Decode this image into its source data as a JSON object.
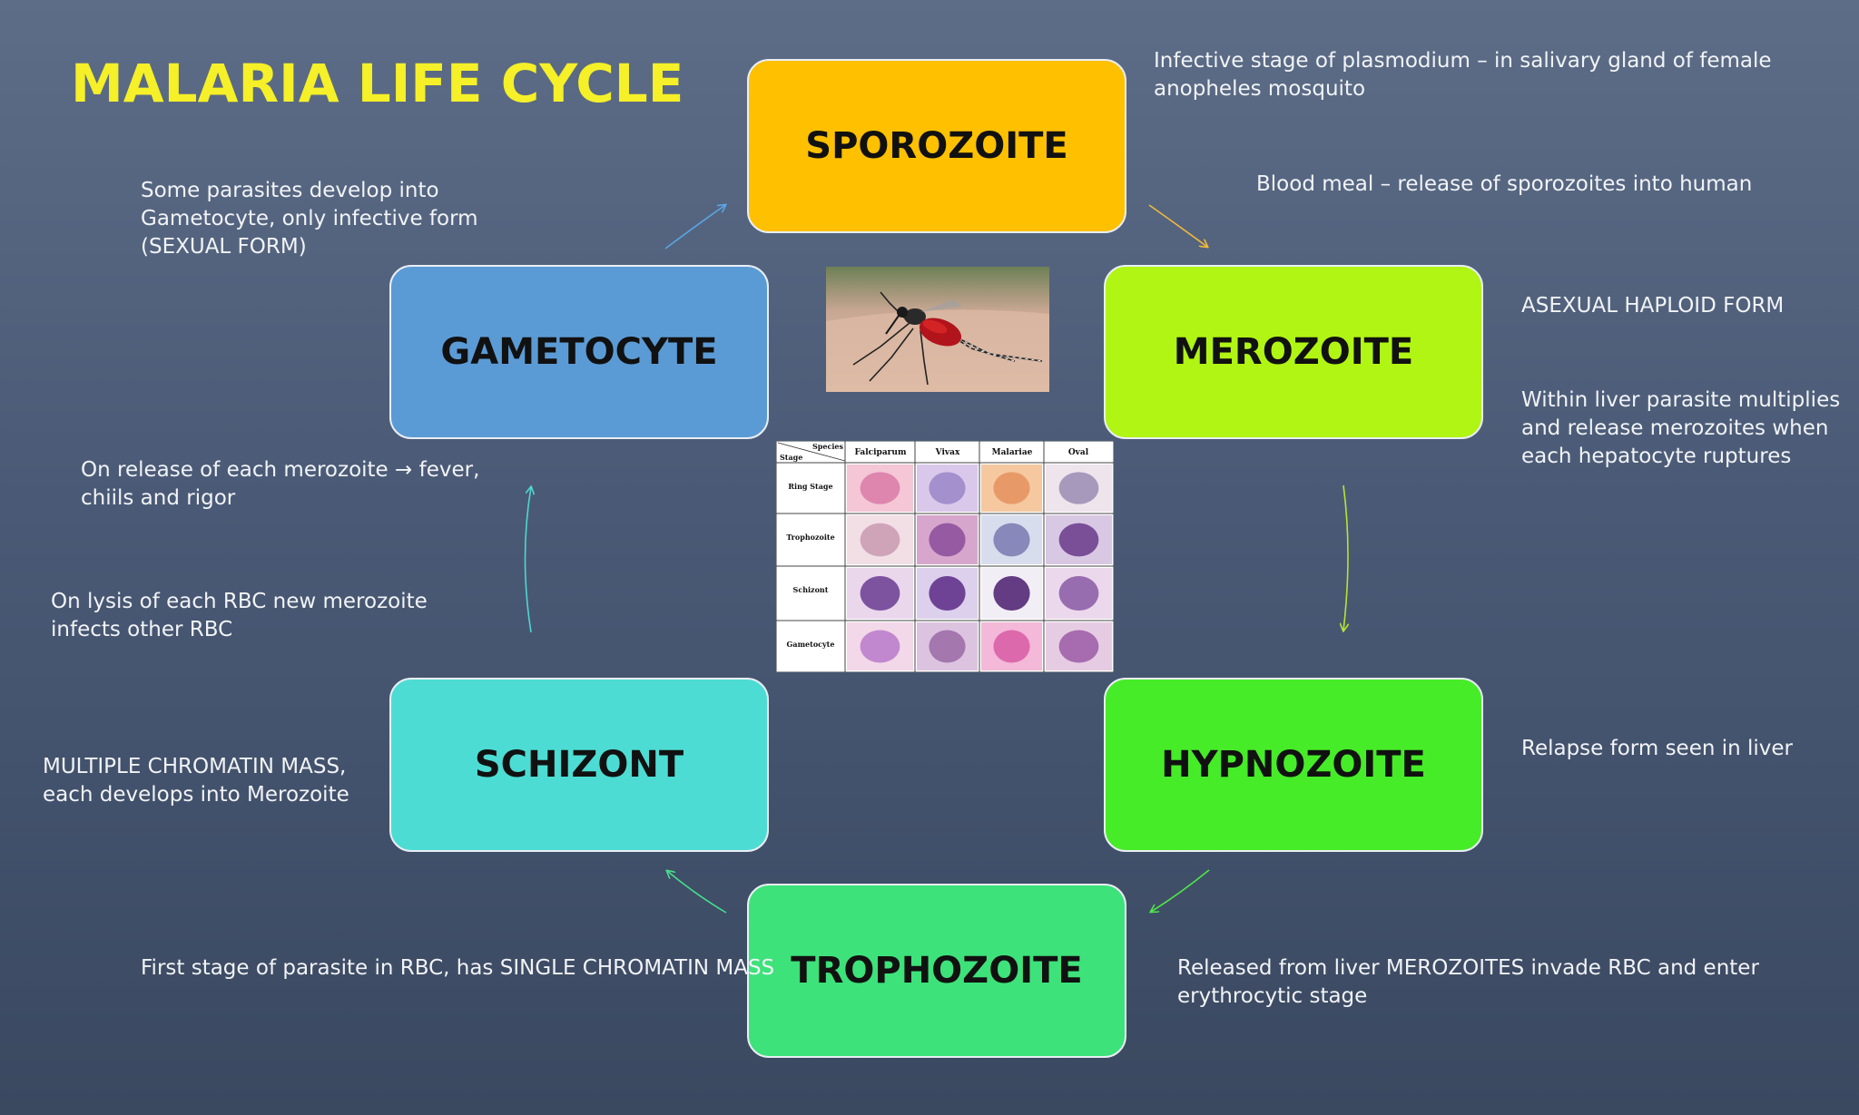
{
  "title": "MALARIA LIFE CYCLE",
  "stages": {
    "sporozoite": {
      "label": "SPOROZOITE",
      "color": "#ffc000"
    },
    "merozoite": {
      "label": "MEROZOITE",
      "color": "#b0f514"
    },
    "hypnozoite": {
      "label": "HYPNOZOITE",
      "color": "#46ec28"
    },
    "trophozoite": {
      "label": "TROPHOZOITE",
      "color": "#3de27a"
    },
    "schizont": {
      "label": "SCHIZONT",
      "color": "#4ddcd3"
    },
    "gametocyte": {
      "label": "GAMETOCYTE",
      "color": "#5b9bd5"
    }
  },
  "notes": {
    "sporozoite_l1": "Infective stage of plasmodium – in salivary gland of female",
    "sporozoite_l2": "anopheles mosquito",
    "blood_meal": "Blood meal – release of sporozoites into human",
    "asexual": "ASEXUAL HAPLOID FORM",
    "liver_l1": "Within liver parasite multiplies",
    "liver_l2": "and release merozoites when",
    "liver_l3": "each hepatocyte ruptures",
    "relapse": "Relapse form seen in liver",
    "released_l1": "Released from liver MEROZOITES invade RBC and enter",
    "released_l2": "erythrocytic stage",
    "first_stage": "First stage of parasite in RBC, has SINGLE CHROMATIN MASS",
    "multiple_l1": "MULTIPLE CHROMATIN MASS,",
    "multiple_l2": "each develops into Merozoite",
    "lysis_l1": "On lysis of each RBC new merozoite",
    "lysis_l2": "infects other RBC",
    "fever_l1": "On release of each merozoite → fever,",
    "fever_l2": "chiils and rigor",
    "gameto_l1": "Some parasites develop into",
    "gameto_l2": "Gametocyte, only infective form",
    "gameto_l3": "(SEXUAL FORM)"
  },
  "species_table": {
    "corner_top": "Species",
    "corner_bottom": "Stage",
    "columns": [
      "Falciparum",
      "Vivax",
      "Malariae",
      "Oval"
    ],
    "rows": [
      "Ring Stage",
      "Trophozoite",
      "Schizont",
      "Gametocyte"
    ]
  },
  "colors": {
    "arrow_sporozoite": "#f2b83a",
    "arrow_merozoite": "#b9e332",
    "arrow_hypnozoite": "#4fe64a",
    "arrow_trophozoite": "#44de8c",
    "arrow_schizont": "#4fd6d0",
    "arrow_gametocyte": "#5aa6e6"
  }
}
